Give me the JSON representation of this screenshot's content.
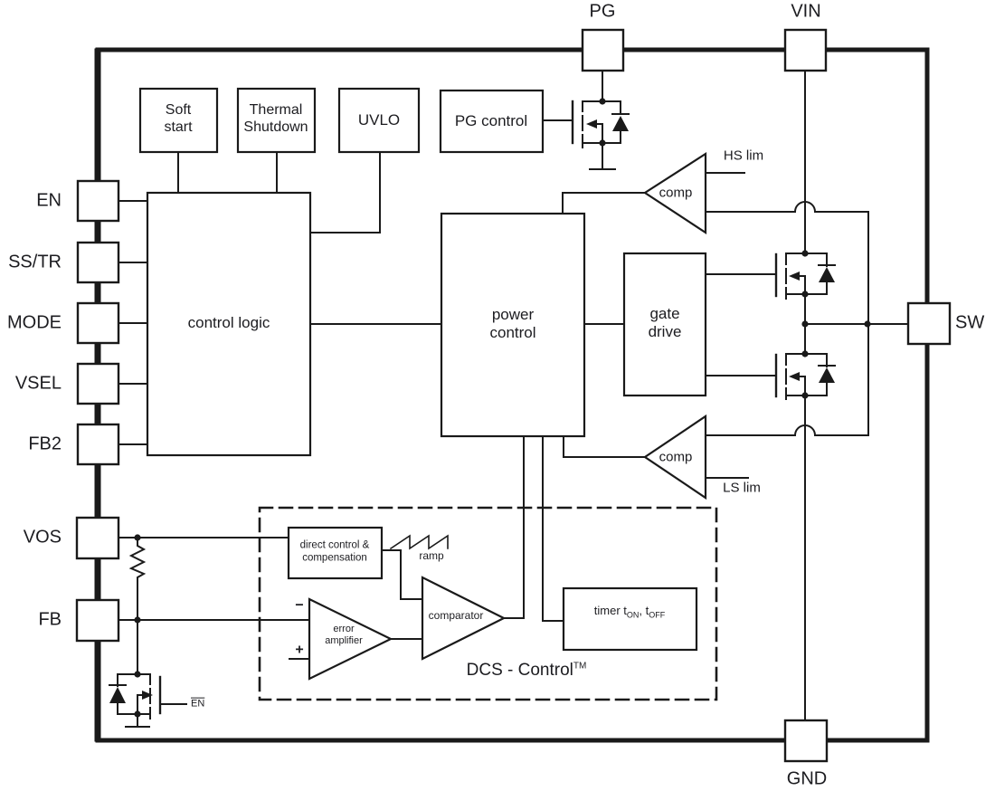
{
  "colors": {
    "line": "#1a1a1a",
    "text": "#1c1c20",
    "background": "#ffffff"
  },
  "pins": {
    "top": [
      {
        "label": "PG"
      },
      {
        "label": "VIN"
      }
    ],
    "left": [
      {
        "label": "EN"
      },
      {
        "label": "SS/TR"
      },
      {
        "label": "MODE"
      },
      {
        "label": "VSEL"
      },
      {
        "label": "FB2"
      },
      {
        "label": "VOS"
      },
      {
        "label": "FB"
      }
    ],
    "right": [
      {
        "label": "SW"
      }
    ],
    "bottom": [
      {
        "label": "GND"
      }
    ]
  },
  "blocks": {
    "soft_start": {
      "line1": "Soft",
      "line2": "start"
    },
    "thermal_shutdown": {
      "line1": "Thermal",
      "line2": "Shutdown"
    },
    "uvlo": {
      "label": "UVLO"
    },
    "pg_control": {
      "label": "PG control"
    },
    "control_logic": {
      "label": "control logic"
    },
    "power_control": {
      "line1": "power",
      "line2": "control"
    },
    "gate_drive": {
      "line1": "gate",
      "line2": "drive"
    },
    "direct_control": {
      "line1": "direct control &",
      "line2": "compensation"
    },
    "timer": {
      "part1": "timer t",
      "sub1": "ON",
      "part2": ", t",
      "sub2": "OFF"
    }
  },
  "amplifiers": {
    "hs_comparator": {
      "label": "comp"
    },
    "ls_comparator": {
      "label": "comp"
    },
    "error_amplifier": {
      "line1": "error",
      "line2": "amplifier",
      "minus": "−",
      "plus": "+"
    },
    "main_comparator": {
      "label": "comparator"
    }
  },
  "signals": {
    "hs_limit": "HS lim",
    "ls_limit": "LS lim",
    "ramp": "ramp",
    "en_gate": "EN"
  },
  "branding": {
    "dcs_label": "DCS - Control",
    "dcs_tm": "TM"
  }
}
